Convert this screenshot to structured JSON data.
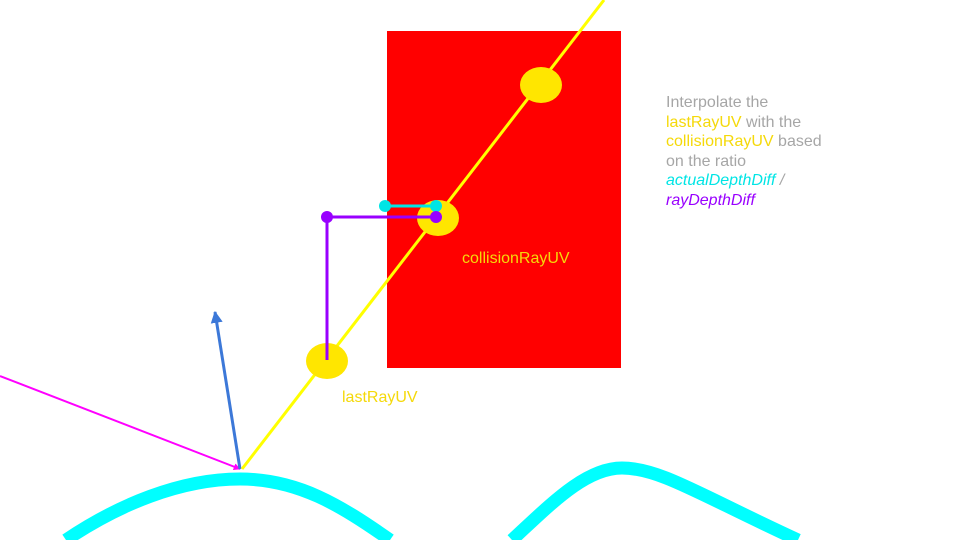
{
  "colors": {
    "background": "#ffffff",
    "block": "#ff0000",
    "ray": "#ffff00",
    "ray_text": "#f5d90a",
    "marker": "#ffe600",
    "surface": "#00ffff",
    "incoming_ray": "#ff00ff",
    "normal": "#3c78d8",
    "actual_depth": "#00e5e5",
    "ray_depth": "#9900ff",
    "note_text": "#a6a6a6"
  },
  "labels": {
    "collision_ray_uv": "collisionRayUV",
    "last_ray_uv": "lastRayUV"
  },
  "note": {
    "line1": "Interpolate the",
    "last_ray_uv": "lastRayUV",
    "with_the": " with the",
    "collision_ray_uv": "collisionRayUV",
    "based": " based",
    "line4": "on the ratio",
    "actual_depth_diff": "actualDepthDiff",
    "slash": " /",
    "ray_depth_diff": "rayDepthDiff"
  }
}
